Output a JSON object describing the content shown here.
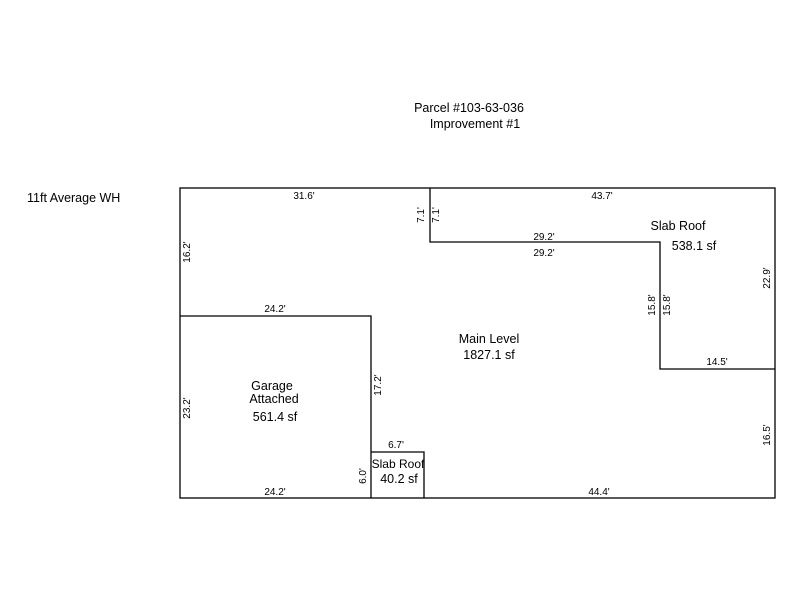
{
  "header": {
    "parcel": "Parcel #103-63-036",
    "improvement": "Improvement #1"
  },
  "note": "11ft Average WH",
  "areas": {
    "main_level": {
      "name": "Main Level",
      "area": "1827.1 sf"
    },
    "slab_roof_large": {
      "name": "Slab Roof",
      "area": "538.1 sf"
    },
    "garage": {
      "name_line1": "Garage",
      "name_line2": "Attached",
      "area": "561.4 sf"
    },
    "slab_roof_small": {
      "name": "Slab Roof",
      "area": "40.2 sf"
    }
  },
  "dimensions": {
    "top_left": "31.6'",
    "top_right": "43.7'",
    "step_left_outer": "7.1'",
    "step_left_inner": "7.1'",
    "step_top_upper": "29.2'",
    "step_top_lower": "29.2'",
    "left_upper": "16.2'",
    "right_upper": "22.9'",
    "notch_outer": "15.8'",
    "notch_inner": "15.8'",
    "notch_bottom": "14.5'",
    "right_lower": "16.5'",
    "garage_top": "24.2'",
    "garage_left": "23.2'",
    "garage_right": "17.2'",
    "garage_bottom": "24.2'",
    "small_slab_top": "6.7'",
    "small_slab_left": "6.0'",
    "bottom_right": "44.4'"
  }
}
